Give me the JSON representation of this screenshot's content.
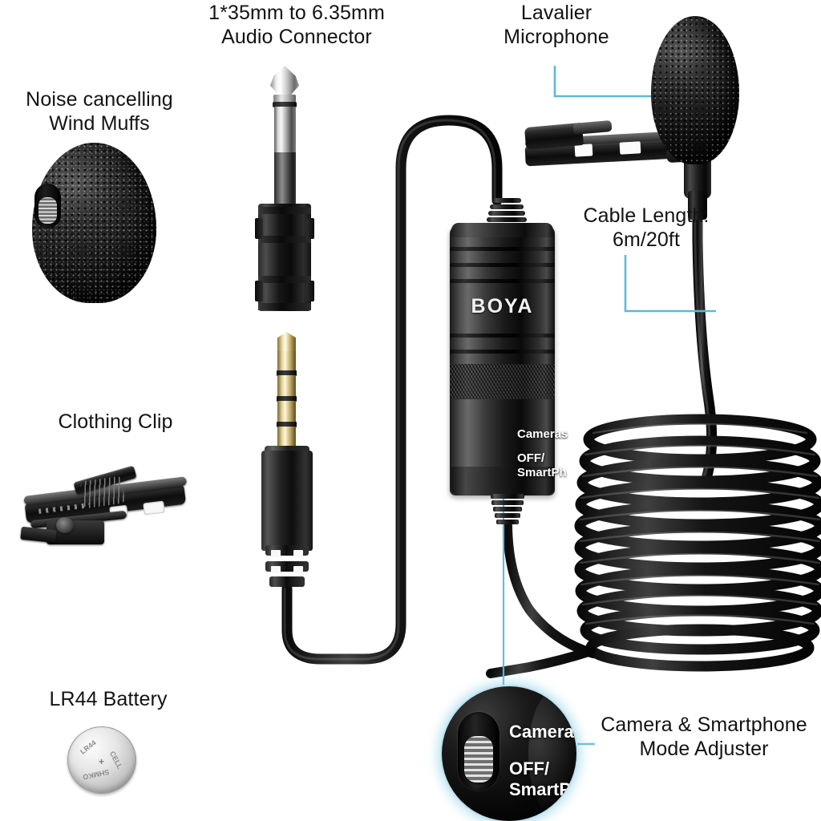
{
  "product": {
    "brand": "BOYA",
    "accent_color": "#5cb9dc",
    "text_color": "#131313",
    "background": "#ffffff"
  },
  "labels": {
    "wind_muffs": "Noise cancelling\nWind Muffs",
    "audio_connector": "1*35mm to 6.35mm\nAudio Connector",
    "lavalier_microphone": "Lavalier\nMicrophone",
    "cable_length": "Cable Length:\n6m/20ft",
    "clothing_clip": "Clothing Clip",
    "battery": "LR44 Battery",
    "mode_adjuster": "Camera & Smartphone\nMode Adjuster"
  },
  "switch": {
    "top_position": "Cameras",
    "bottom_position_line1": "OFF/",
    "bottom_position_line2": "SmartPh"
  },
  "callout": {
    "top_position": "Cameras",
    "bottom_position_line1": "OFF/",
    "bottom_position_line2": "SmartPho"
  },
  "battery_cell": {
    "type": "LR44",
    "marking_top": "LR44",
    "marking_right": "CELL",
    "marking_bottom": "SHMKO",
    "marking_center": "+"
  }
}
